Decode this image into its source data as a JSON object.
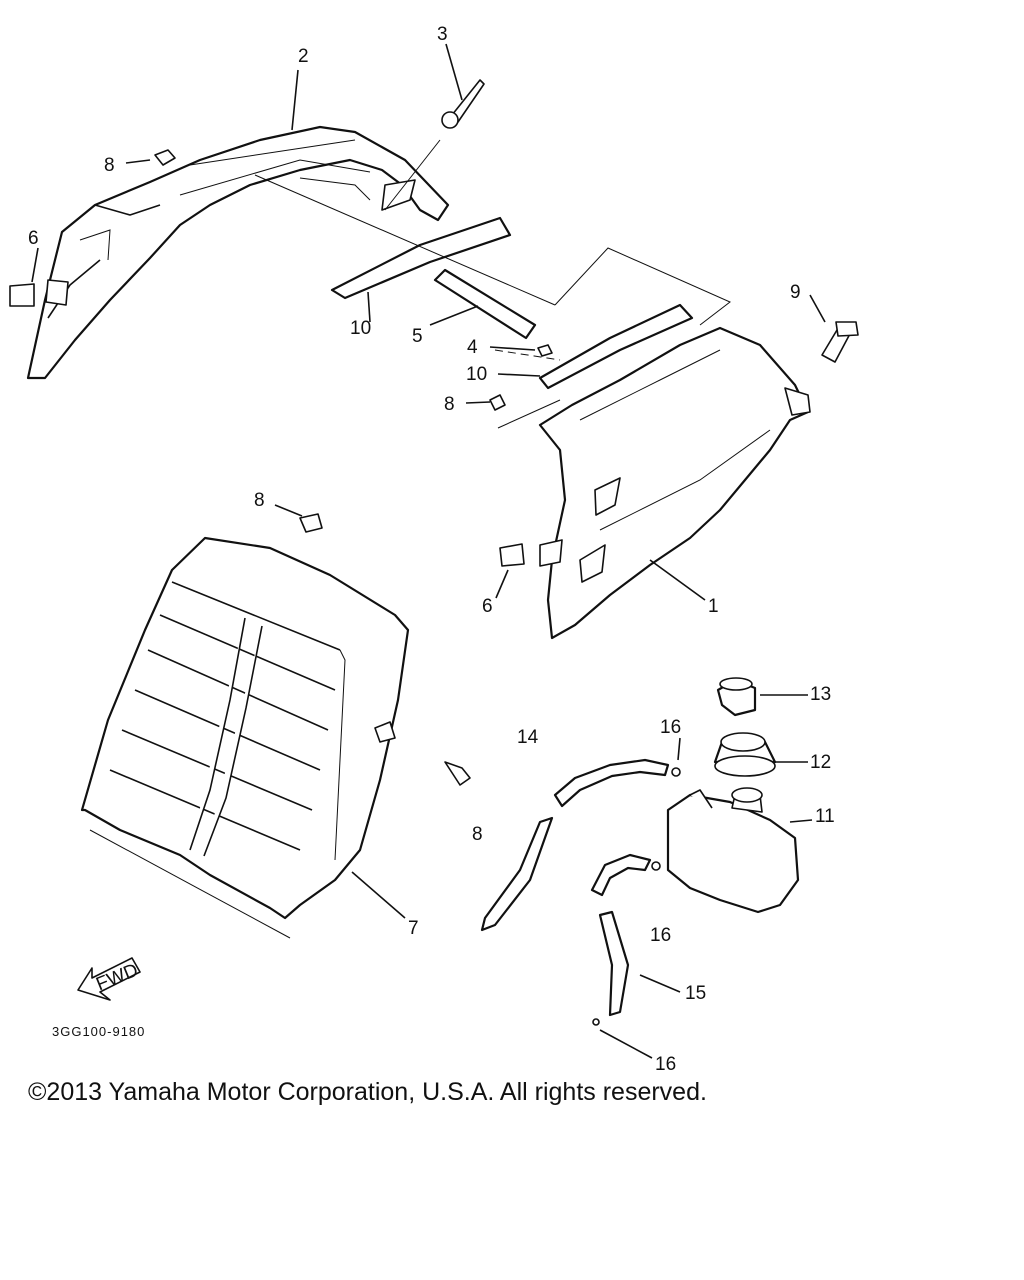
{
  "labels": {
    "p1": "1",
    "p2": "2",
    "p3": "3",
    "p4": "4",
    "p5": "5",
    "p6a": "6",
    "p6b": "6",
    "p7": "7",
    "p8a": "8",
    "p8b": "8",
    "p8c": "8",
    "p8d": "8",
    "p9": "9",
    "p10a": "10",
    "p10b": "10",
    "p11": "11",
    "p12": "12",
    "p13": "13",
    "p14": "14",
    "p15": "15",
    "p16a": "16",
    "p16b": "16",
    "p16c": "16"
  },
  "fwd_label": "FWD",
  "diagram_code": "3GG100-9180",
  "copyright": "©2013 Yamaha Motor Corporation, U.S.A. All rights reserved."
}
